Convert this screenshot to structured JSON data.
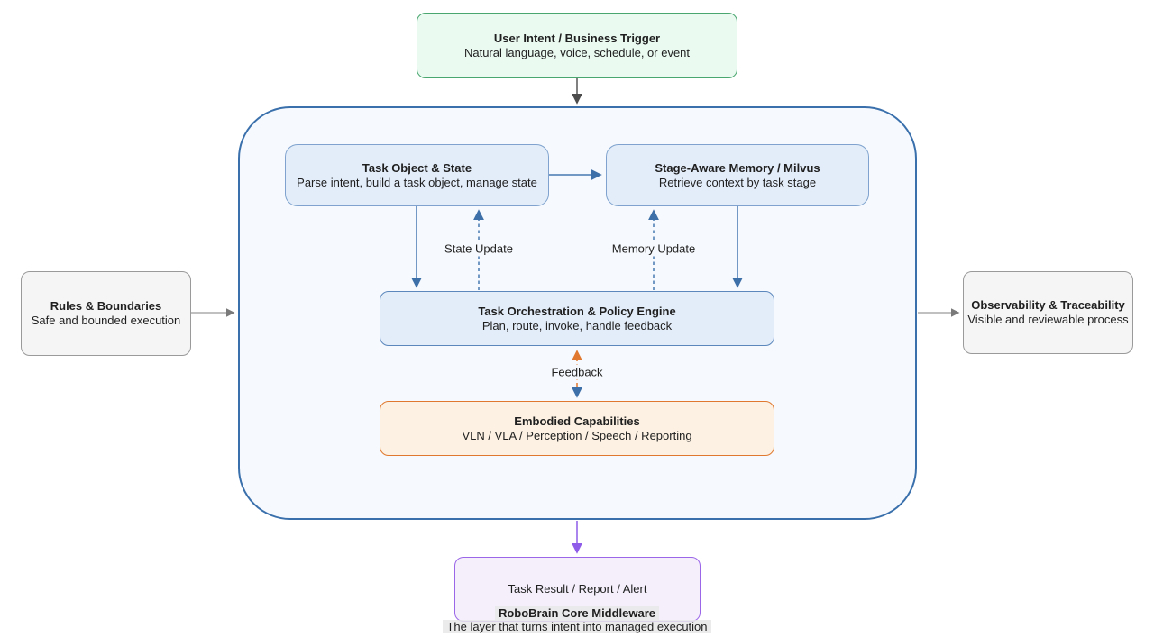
{
  "diagram": {
    "nodes": {
      "trigger": {
        "title": "User Intent / Business Trigger",
        "subtitle": "Natural language, voice, schedule, or event"
      },
      "task_object": {
        "title": "Task Object & State",
        "subtitle": "Parse intent, build a task object, manage state"
      },
      "memory": {
        "title": "Stage-Aware Memory / Milvus",
        "subtitle": "Retrieve context by task stage"
      },
      "orchestration": {
        "title": "Task Orchestration & Policy Engine",
        "subtitle": "Plan, route, invoke, handle feedback"
      },
      "embodied": {
        "title": "Embodied Capabilities",
        "subtitle": "VLN / VLA / Perception / Speech / Reporting"
      },
      "rules": {
        "title": "Rules & Boundaries",
        "subtitle": "Safe and bounded execution"
      },
      "observability": {
        "title": "Observability & Traceability",
        "subtitle": "Visible and reviewable process"
      },
      "result": {
        "title": "Task Result / Report / Alert"
      },
      "middleware": {
        "title": "RoboBrain Core Middleware",
        "subtitle": "The layer that turns intent into managed execution"
      }
    },
    "edge_labels": {
      "state_update": "State Update",
      "memory_update": "Memory Update",
      "feedback": "Feedback"
    },
    "colors": {
      "trigger_border": "#49A66F",
      "trigger_fill": "#EAFAF1",
      "container_border": "#3A70AC",
      "container_fill": "#F6F9FD",
      "inner_box_border": "#7FA3CE",
      "inner_box_fill": "#E3EDFA",
      "embodied_border": "#E0792F",
      "embodied_fill": "#FCF1E2",
      "side_box_border": "#9A9A9A",
      "side_box_fill": "#F5F5F5",
      "result_border": "#9B66E8",
      "result_fill": "#F4EFFB",
      "arrow_blue": "#4678B2",
      "arrow_orange": "#E0792F",
      "arrow_purple": "#8E5CE8",
      "arrow_gray": "#8A8A8A",
      "arrow_dark_gray": "#4D4D4D"
    }
  }
}
